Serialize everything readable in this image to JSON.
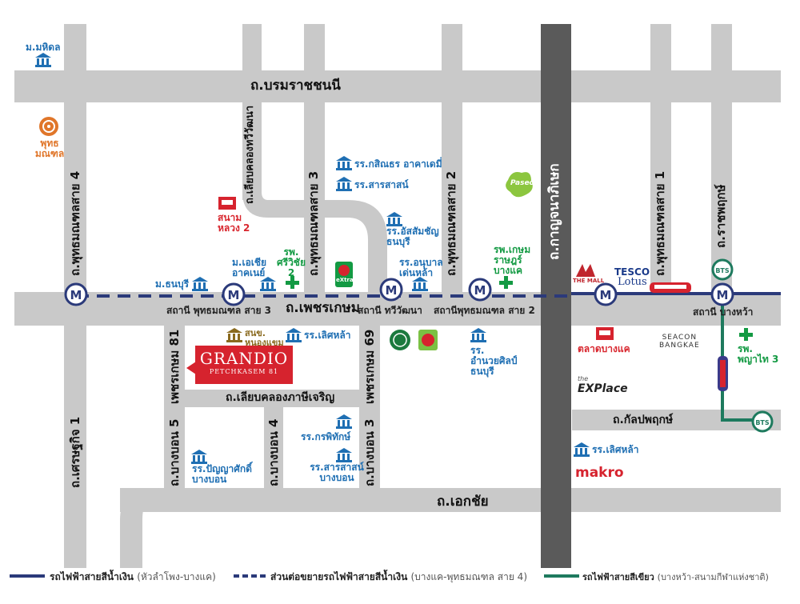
{
  "roads": {
    "borommaratchachonnani": "ถ.บรมราชชนนี",
    "phetkasem": "ถ.เพชรเกษม",
    "kanchanaphisek": "ถ.กาญจนาภิเษก",
    "ekkachai": "ถ.เอกชัย",
    "kanlapaphruek": "ถ.กัลปพฤกษ์",
    "setthakit1": "ถ.เศรษฐกิจ 1",
    "phutthamonthon4": "ถ.พุทธมณฑลสาย 4",
    "phutthamonthon3": "ถ.พุทธมณฑลสาย 3",
    "phutthamonthon2": "ถ.พุทธมณฑลสาย 2",
    "phutthamonthon1": "ถ.พุทธมณฑลสาย 1",
    "liab_khlong_thawiwatthana": "ถ.เลียบคลองทวีวัฒนา",
    "ratchaphruek": "ถ.ราชพฤกษ์",
    "liab_khlong_phasi_charoen": "ถ.เลียบคลองภาษีเจริญ",
    "phetkasem81": "เพชรเกษม 81",
    "phetkasem69": "เพชรเกษม 69",
    "bang_bon5": "ถ.บางบอน 5",
    "bang_bon4": "ถ.บางบอน 4",
    "bang_bon3": "ถ.บางบอน 3"
  },
  "stations": {
    "phutthamonthon3": "สถานี พุทธมณฑล สาย 3",
    "thawiwatthana": "สถานี ทวีวัฒนา",
    "phutthamonthon2": "สถานีพุทธมณฑล สาย 2",
    "bang_wa": "สถานี บางหว้า",
    "metro_letter": "M",
    "bts_letter": "BTS"
  },
  "pois": {
    "mahidol": "ม.มหิดล",
    "phutthamonthon_1": "พุทธ",
    "phutthamonthon_2": "มณฑล",
    "sanam_luang2_1": "สนาม",
    "sanam_luang2_2": "หลวง 2",
    "thonburi_univ": "ม.ธนบุรี",
    "asia_academy_1": "ม.เอเชีย",
    "asia_academy_2": "อาคเนย์",
    "sriwichai_1": "รพ.",
    "sriwichai_2": "ศรีวิชัย",
    "sriwichai_3": "2",
    "kasintorn": "รร.กสิณธร อาคาเดมี่",
    "sarasas": "รร.สารสาสน์",
    "assumption_1": "รร.อัสสัมชัญ",
    "assumption_2": "ธนบุรี",
    "anuban_1": "รร.อนุบาล",
    "anuban_2": "เด่นหล้า",
    "kasemrad_1": "รพ.เกษม",
    "kasemrad_2": "ราษฎร์",
    "kasemrad_3": "บางแค",
    "paseo": "Paseo",
    "nong_khaem_1": "สนข.",
    "nong_khaem_2": "หนองแขม",
    "lertla1": "รร.เลิศหล้า",
    "amnuay_1": "รร.",
    "amnuay_2": "อำนวยศิลป์",
    "amnuay_3": "ธนบุรี",
    "punyasak_1": "รร.ปัญญาศักดิ์",
    "punyasak_2": "บางบอน",
    "korapat": "รร.กรพิทักษ์",
    "sarasas_bb_1": "รร.สารสาสน์",
    "sarasas_bb_2": "บางบอน",
    "talat_bang_khae": "ตลาดบางแค",
    "phyathai3_1": "รพ.",
    "phyathai3_2": "พญาไท 3",
    "lertla2": "รร.เลิศหล้า",
    "bigc": "Big C",
    "bigc_extra": "eXtra"
  },
  "brands": {
    "the_mall": "THE MALL",
    "tesco": "TESCO",
    "lotus": "Lotus",
    "seacon_1": "SEACON",
    "seacon_2": "BANGKAE",
    "explace_1": "the",
    "explace_2": "EXPlace",
    "makro": "makro"
  },
  "project": {
    "name": "GRANDIO",
    "subname": "PETCHKASEM 81"
  },
  "legend": {
    "blue_line": "รถไฟฟ้าสายสีน้ำเงิน",
    "blue_line_note": "(หัวลำโพง-บางแค)",
    "blue_ext": "ส่วนต่อขยายรถไฟฟ้าสายสีน้ำเงิน",
    "blue_ext_note": "(บางแค-พุทธมณฑล สาย 4)",
    "green_line": "รถไฟฟ้าสายสีเขียว",
    "green_line_note": "(บางหว้า-สนามกีฬาแห่งชาติ)"
  },
  "colors": {
    "road": "#c9c9c9",
    "major_road": "#5a5a5a",
    "blue_line": "#2b3a7a",
    "green_line": "#1e7a5e",
    "poi_blue": "#1f6fb3",
    "poi_green": "#139a43",
    "brand_red": "#d6232e"
  }
}
